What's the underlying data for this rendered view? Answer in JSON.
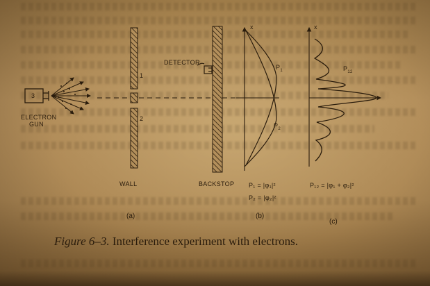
{
  "figure": {
    "labels": {
      "detector": "DETECTOR",
      "electron_gun_line1": "ELECTRON",
      "electron_gun_line2": "GUN",
      "gun_number": "3",
      "slit_1": "1",
      "slit_2": "2",
      "wall": "WALL",
      "backstop": "BACKSTOP",
      "axis_x_b": "x",
      "axis_x_c": "x",
      "curve_p1": "P",
      "curve_p1_sub": "1",
      "curve_p2": "P",
      "curve_p2_sub": "2",
      "curve_p12": "P",
      "curve_p12_sub": "12"
    },
    "formulas": {
      "p1": "P₁ = |φ₁|²",
      "p2": "P₂ = |φ₂|²",
      "p12": "P₁₂ = |φ₁ + φ₂|²"
    },
    "panels": [
      "(a)",
      "(b)",
      "(c)"
    ]
  },
  "caption": {
    "label": "Figure 6–3.",
    "text": "Interference experiment with electrons."
  }
}
